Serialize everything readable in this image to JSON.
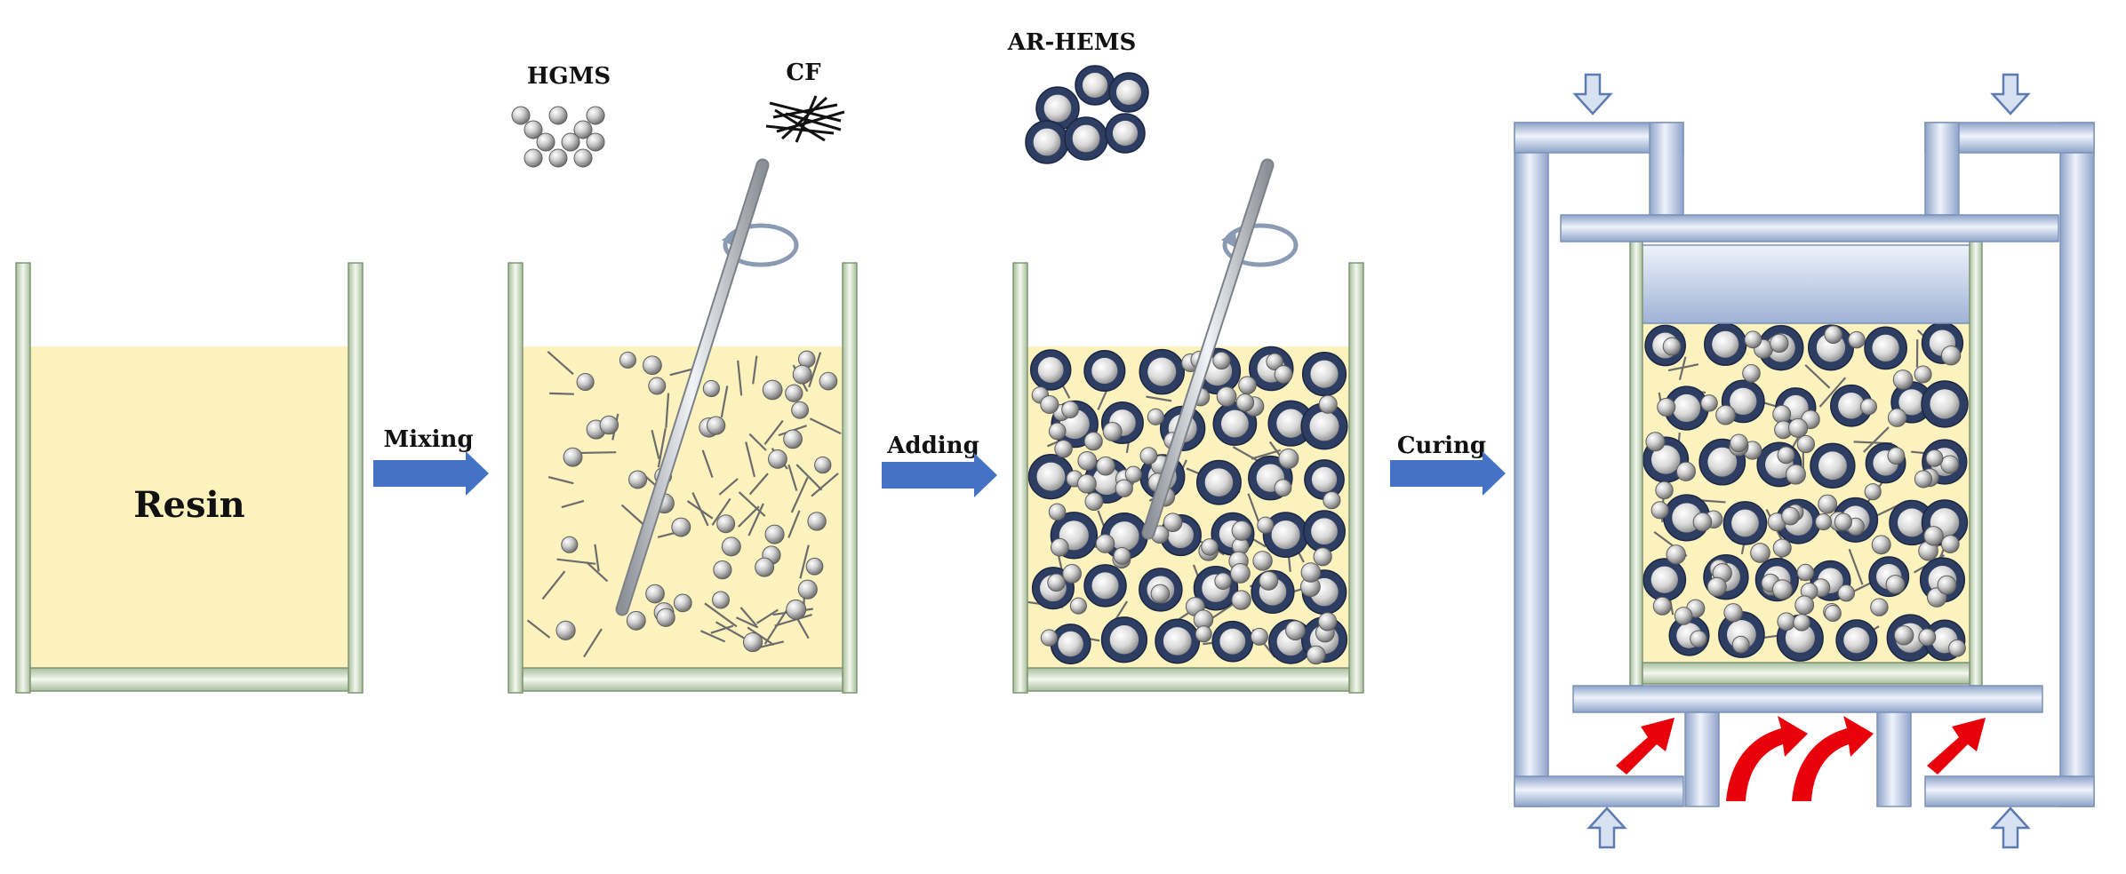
{
  "labels": {
    "resin": "Resin",
    "hgms": "HGMS",
    "cf": "CF",
    "ar_hems": "AR-HEMS",
    "mixing": "Mixing",
    "adding": "Adding",
    "curing": "Curing"
  },
  "colors": {
    "resin": "#FBF2BE",
    "beaker_wall": "#A9BE9F",
    "beaker_wall_light": "#EEF5E8",
    "process_arrow": "#4472C4",
    "heat_arrow": "#E8000B",
    "press_frame": "#9FB3D6",
    "press_frame_light": "#E4ECF8",
    "small_sphere": "#A6A6A6",
    "large_sphere": "#2E3E63",
    "fiber": "#6C6C6C"
  },
  "icons": {
    "process_arrow": "right-arrow-icon",
    "stirrer": "stirring-rod-icon",
    "rotation": "rotation-arrow-icon",
    "heat": "curved-heat-arrow-icon",
    "pressure": "pressure-arrow-icon"
  }
}
